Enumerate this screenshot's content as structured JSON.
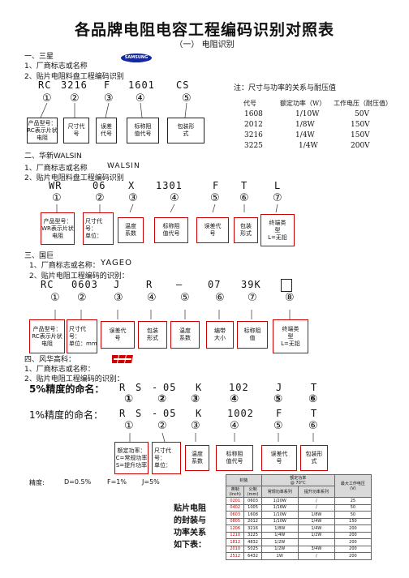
{
  "title": "各品牌电阻电容工程编码识别对照表",
  "subtitle": "（一） 电阻识别",
  "samsung": {
    "heading": "一、三星",
    "line1": "1、厂商标志或名称",
    "logo": "SAMSUNG",
    "line2": "2、贴片电阻料盘工程编码识别",
    "codes": [
      "RC",
      "3216",
      "F",
      "1601",
      "CS"
    ],
    "nums": [
      "①",
      "②",
      "③",
      "④",
      "⑤"
    ],
    "boxes": [
      "产品型号：\nRC表示片状\n电阻",
      "尺寸代\n号",
      "误差\n代号",
      "标称阻\n值代号",
      "包装形\n式"
    ]
  },
  "note": {
    "title": "注：尺寸与功率的关系与耐压值",
    "header": [
      "代号",
      "额定功率（W）",
      "工作电压（耐压值）"
    ],
    "rows": [
      [
        "1608",
        "1/10W",
        "50V"
      ],
      [
        "2012",
        "1/8W",
        "150V"
      ],
      [
        "3216",
        "1/4W",
        "150V"
      ],
      [
        "3225",
        "1/4W",
        "200V"
      ]
    ]
  },
  "walsin": {
    "heading": "二、华新WALSIN",
    "line1": "1、厂商标志或名称",
    "name": "WALSIN",
    "line2": "2、贴片电阻料盘工程编码识别",
    "codes": [
      "WR",
      "06",
      "X",
      "1301",
      "F",
      "T",
      "L"
    ],
    "nums": [
      "①",
      "②",
      "③",
      "④",
      "⑤",
      "⑥",
      "⑦"
    ],
    "boxes": [
      "产品型号：\nWR表示片状\n电阻",
      "尺寸代\n号：\n单位：",
      "温度\n系数",
      "标称阻\n值代号",
      "误差代\n号",
      "包装\n形式",
      "终端类\n型\nL=无铅"
    ]
  },
  "yageo": {
    "heading": "三、国巨",
    "line1": "1、厂商标志或名称：",
    "name": "YAGEO",
    "line2": "2、贴片电阻工程编码的识别：",
    "codes": [
      "RC",
      "0603",
      "J",
      "R",
      "—",
      "07",
      "39K",
      ""
    ],
    "nums": [
      "①",
      "②",
      "③",
      "④",
      "⑤",
      "⑥",
      "⑦",
      "⑧"
    ],
    "boxes": [
      "产品型号：\nRC表示片状\n电阻",
      "尺寸代\n号：\n单位：mm",
      "误差代\n号",
      "包装\n形式",
      "温度\n系数",
      "编带\n大小",
      "标称阻\n值",
      "终端类\n型\nL=无铅"
    ]
  },
  "fenghua": {
    "heading": "四、风华高科：",
    "line1": "1、厂商标志或名称：",
    "line2": "2、贴片电阻工程编码的识别：",
    "label5": "5%精度的命名：",
    "codes5": [
      "R",
      "S",
      "-",
      "05",
      "K",
      "102",
      "J",
      "T"
    ],
    "nums5": [
      "①",
      "②",
      "③",
      "④",
      "⑤",
      "⑥"
    ],
    "label1": "1%精度的命名：",
    "codes1": [
      "R",
      "S",
      "-",
      "05",
      "K",
      "1002",
      "F",
      "T"
    ],
    "nums1": [
      "①",
      "②",
      "③",
      "④",
      "⑤",
      "⑥"
    ],
    "boxes": [
      "额定功率：\nC=常规功率\nS=提升功率",
      "尺寸代\n号：\n单位：",
      "温度\n系数",
      "标称阻\n值代号",
      "误差代\n号",
      "包装形\n式"
    ],
    "precision": [
      "精度:",
      "D=0.5%",
      "F=1%",
      "J=5%"
    ],
    "side_text": [
      "贴片电阻",
      "的封装与",
      "功率关系",
      "如下表："
    ]
  },
  "power_table": {
    "header_top": [
      "封装",
      "额定功率\n@ 70°C",
      "最大工作电压\n(V)"
    ],
    "header_sub": [
      "英制\n(inch)",
      "公制\n(mm)",
      "常规功率系列",
      "提升功率系列"
    ],
    "rows": [
      [
        "0201",
        "0603",
        "1/20W",
        "/",
        "25"
      ],
      [
        "0402",
        "1005",
        "1/16W",
        "/",
        "50"
      ],
      [
        "0603",
        "1608",
        "1/10W",
        "1/8W",
        "50"
      ],
      [
        "0805",
        "2012",
        "1/10W",
        "1/4W",
        "150"
      ],
      [
        "1206",
        "3216",
        "1/8W",
        "1/4W",
        "200"
      ],
      [
        "1210",
        "3225",
        "1/4W",
        "1/2W",
        "200"
      ],
      [
        "1812",
        "4832",
        "1/2W",
        "",
        "200"
      ],
      [
        "2010",
        "5025",
        "1/2W",
        "3/4W",
        "200"
      ],
      [
        "2512",
        "6432",
        "1W",
        "/",
        "200"
      ]
    ]
  }
}
